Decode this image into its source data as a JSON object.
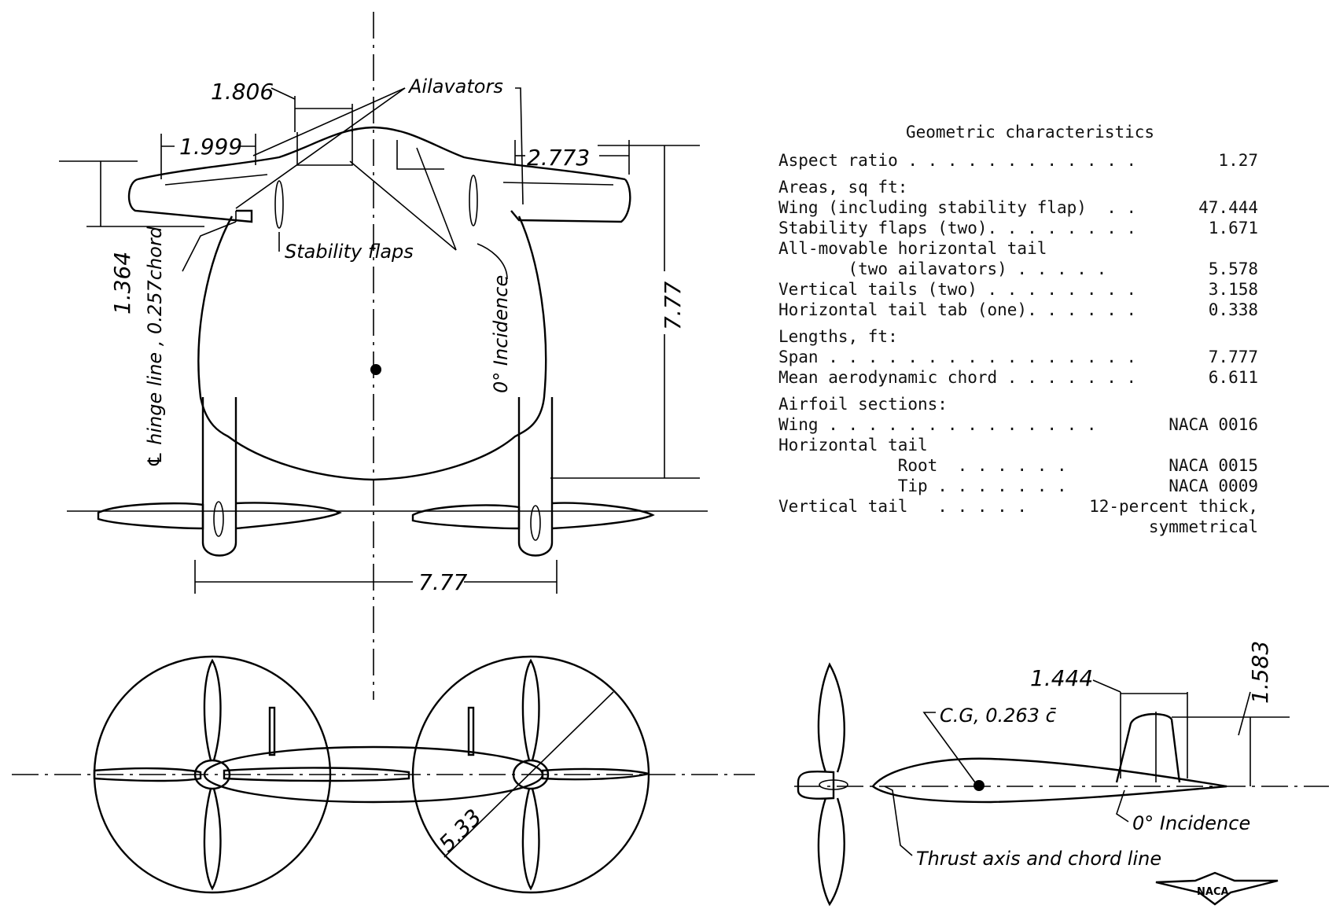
{
  "plan_view": {
    "dimensions": {
      "aileron_inner": "1.806",
      "aileron_outer": "1.999",
      "tail_span_right": "2.773",
      "hinge_offset": "1.364",
      "length": "7.77",
      "span": "7.77"
    },
    "labels": {
      "ailavators": "Ailavators",
      "stability_flaps": "Stability flaps",
      "hinge_line": "℄ hinge line , 0.257chord",
      "incidence": "0° Incidence"
    }
  },
  "front_view": {
    "prop_diameter": "5.33"
  },
  "side_view": {
    "dimensions": {
      "tail_length": "1.444",
      "tail_height": "1.583"
    },
    "labels": {
      "cg": "C.G, 0.263 c̄",
      "incidence": "0° Incidence",
      "thrust_axis": "Thrust axis and chord line"
    }
  },
  "logo": "NACA",
  "table": {
    "title": "Geometric characteristics",
    "aspect_ratio": {
      "label": "Aspect ratio . . . . . . . . . . . .",
      "value": "1.27"
    },
    "areas_heading": "Areas, sq ft:",
    "areas": [
      {
        "label": "Wing (including stability flap)  . .",
        "value": "47.444"
      },
      {
        "label": "Stability flaps (two). . . . . . . .",
        "value": "1.671"
      },
      {
        "label": "All-movable horizontal tail",
        "value": ""
      },
      {
        "label": "       (two ailavators) . . . . .",
        "value": "5.578"
      },
      {
        "label": "Vertical tails (two) . . . . . . . .",
        "value": "3.158"
      },
      {
        "label": "Horizontal tail tab (one). . . . . .",
        "value": "0.338"
      }
    ],
    "lengths_heading": "Lengths, ft:",
    "lengths": [
      {
        "label": "Span . . . . . . . . . . . . . . . .",
        "value": "7.777"
      },
      {
        "label": "Mean aerodynamic chord . . . . . . .",
        "value": "6.611"
      }
    ],
    "airfoil_heading": "Airfoil sections:",
    "airfoils": [
      {
        "label": "Wing . . . . . . . . . . . . . .",
        "value": "NACA 0016"
      },
      {
        "label": "Horizontal tail",
        "value": ""
      },
      {
        "label": "            Root  . . . . . .",
        "value": "NACA 0015"
      },
      {
        "label": "            Tip . . . . . . .",
        "value": "NACA 0009"
      },
      {
        "label": "Vertical tail   . . . . .",
        "value": "12-percent thick,"
      },
      {
        "label": "",
        "value": "symmetrical"
      }
    ]
  }
}
